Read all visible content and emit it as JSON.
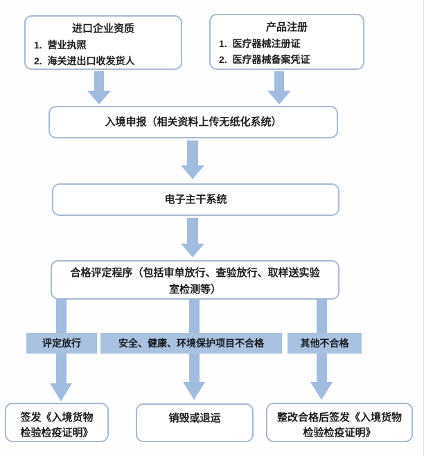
{
  "colors": {
    "arrow_blue": "#a1bcdf",
    "band_blue": "#a8c2e0",
    "box_border": "#a6bad2",
    "text": "#1c1c1c"
  },
  "flowchart": {
    "top_left_box": {
      "title": "进口企业资质",
      "items": [
        "1.  营业执照",
        "2.  海关进出口收发货人"
      ]
    },
    "top_right_box": {
      "title": "产品注册",
      "items": [
        "1.  医疗器械注册证",
        "2.  医疗器械备案凭证"
      ]
    },
    "declaration_box": {
      "label": "入境申报（相关资料上传无纸化系统）"
    },
    "backbone_box": {
      "label": "电子主干系统"
    },
    "assessment_box": {
      "lines": [
        "合格评定程序（包括审单放行、查验放行、取样送实验",
        "室检测等）"
      ]
    },
    "branch_labels": {
      "left": "评定放行",
      "middle": "安全、健康、环境保护项目不合格",
      "right": "其他不合格"
    },
    "outcome_left_box": {
      "lines": [
        "签发《入境货物",
        "检验检疫证明》"
      ]
    },
    "outcome_middle_box": {
      "label": "销毁或退运"
    },
    "outcome_right_box": {
      "lines": [
        "整改合格后签发《入境货物",
        "检验检疫证明》"
      ]
    }
  }
}
